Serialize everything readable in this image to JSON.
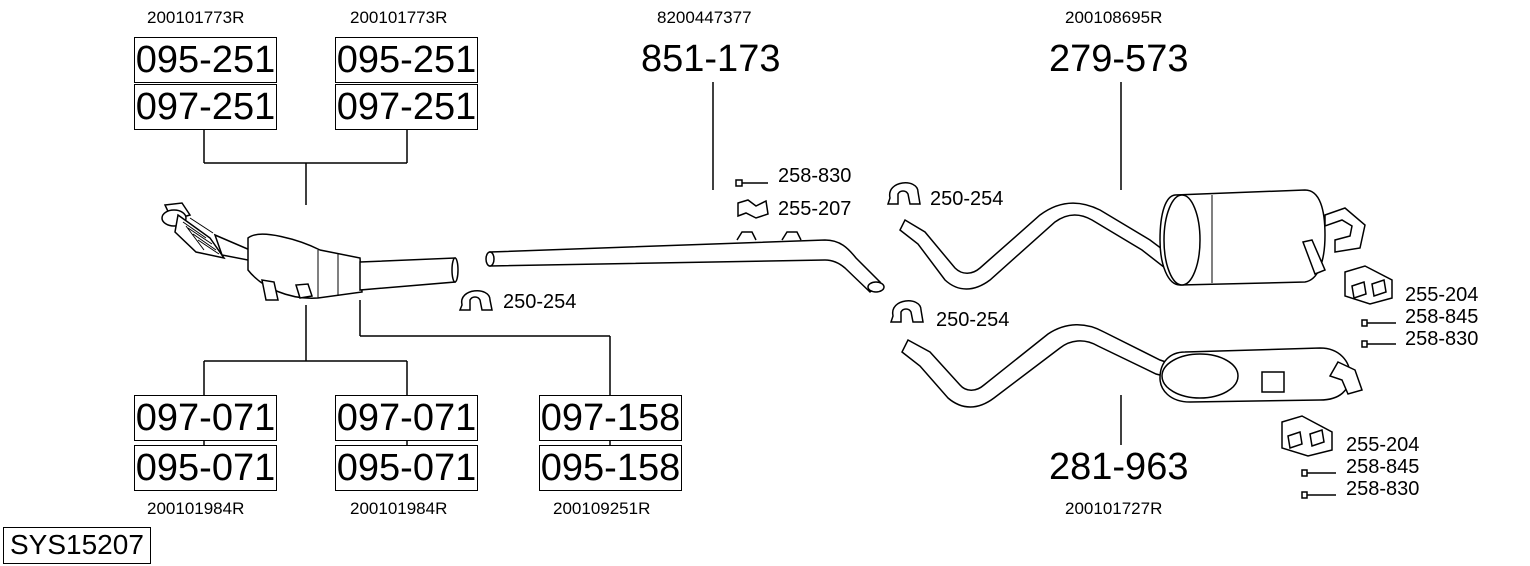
{
  "system_code": "SYS15207",
  "catalyst_group": {
    "oem_top_left": "200101773R",
    "oem_top_right": "200101773R",
    "codes_top_left": [
      "095-251",
      "097-251"
    ],
    "codes_top_right": [
      "095-251",
      "097-251"
    ],
    "codes_bottom_left": [
      "097-071",
      "095-071"
    ],
    "codes_bottom_mid": [
      "097-071",
      "095-071"
    ],
    "codes_bottom_right": [
      "097-158",
      "095-158"
    ],
    "oem_bottom_left": "200101984R",
    "oem_bottom_mid": "200101984R",
    "oem_bottom_right": "200109251R"
  },
  "middle_pipe": {
    "oem": "8200447377",
    "code": "851-173",
    "parts": [
      "258-830",
      "255-207"
    ],
    "clamp": "250-254"
  },
  "rear_upper": {
    "oem": "200108695R",
    "code": "279-573",
    "clamp": "250-254",
    "parts": [
      "255-204",
      "258-845",
      "258-830"
    ]
  },
  "rear_lower": {
    "oem": "200101727R",
    "code": "281-963",
    "clamp": "250-254",
    "parts": [
      "255-204",
      "258-845",
      "258-830"
    ]
  }
}
